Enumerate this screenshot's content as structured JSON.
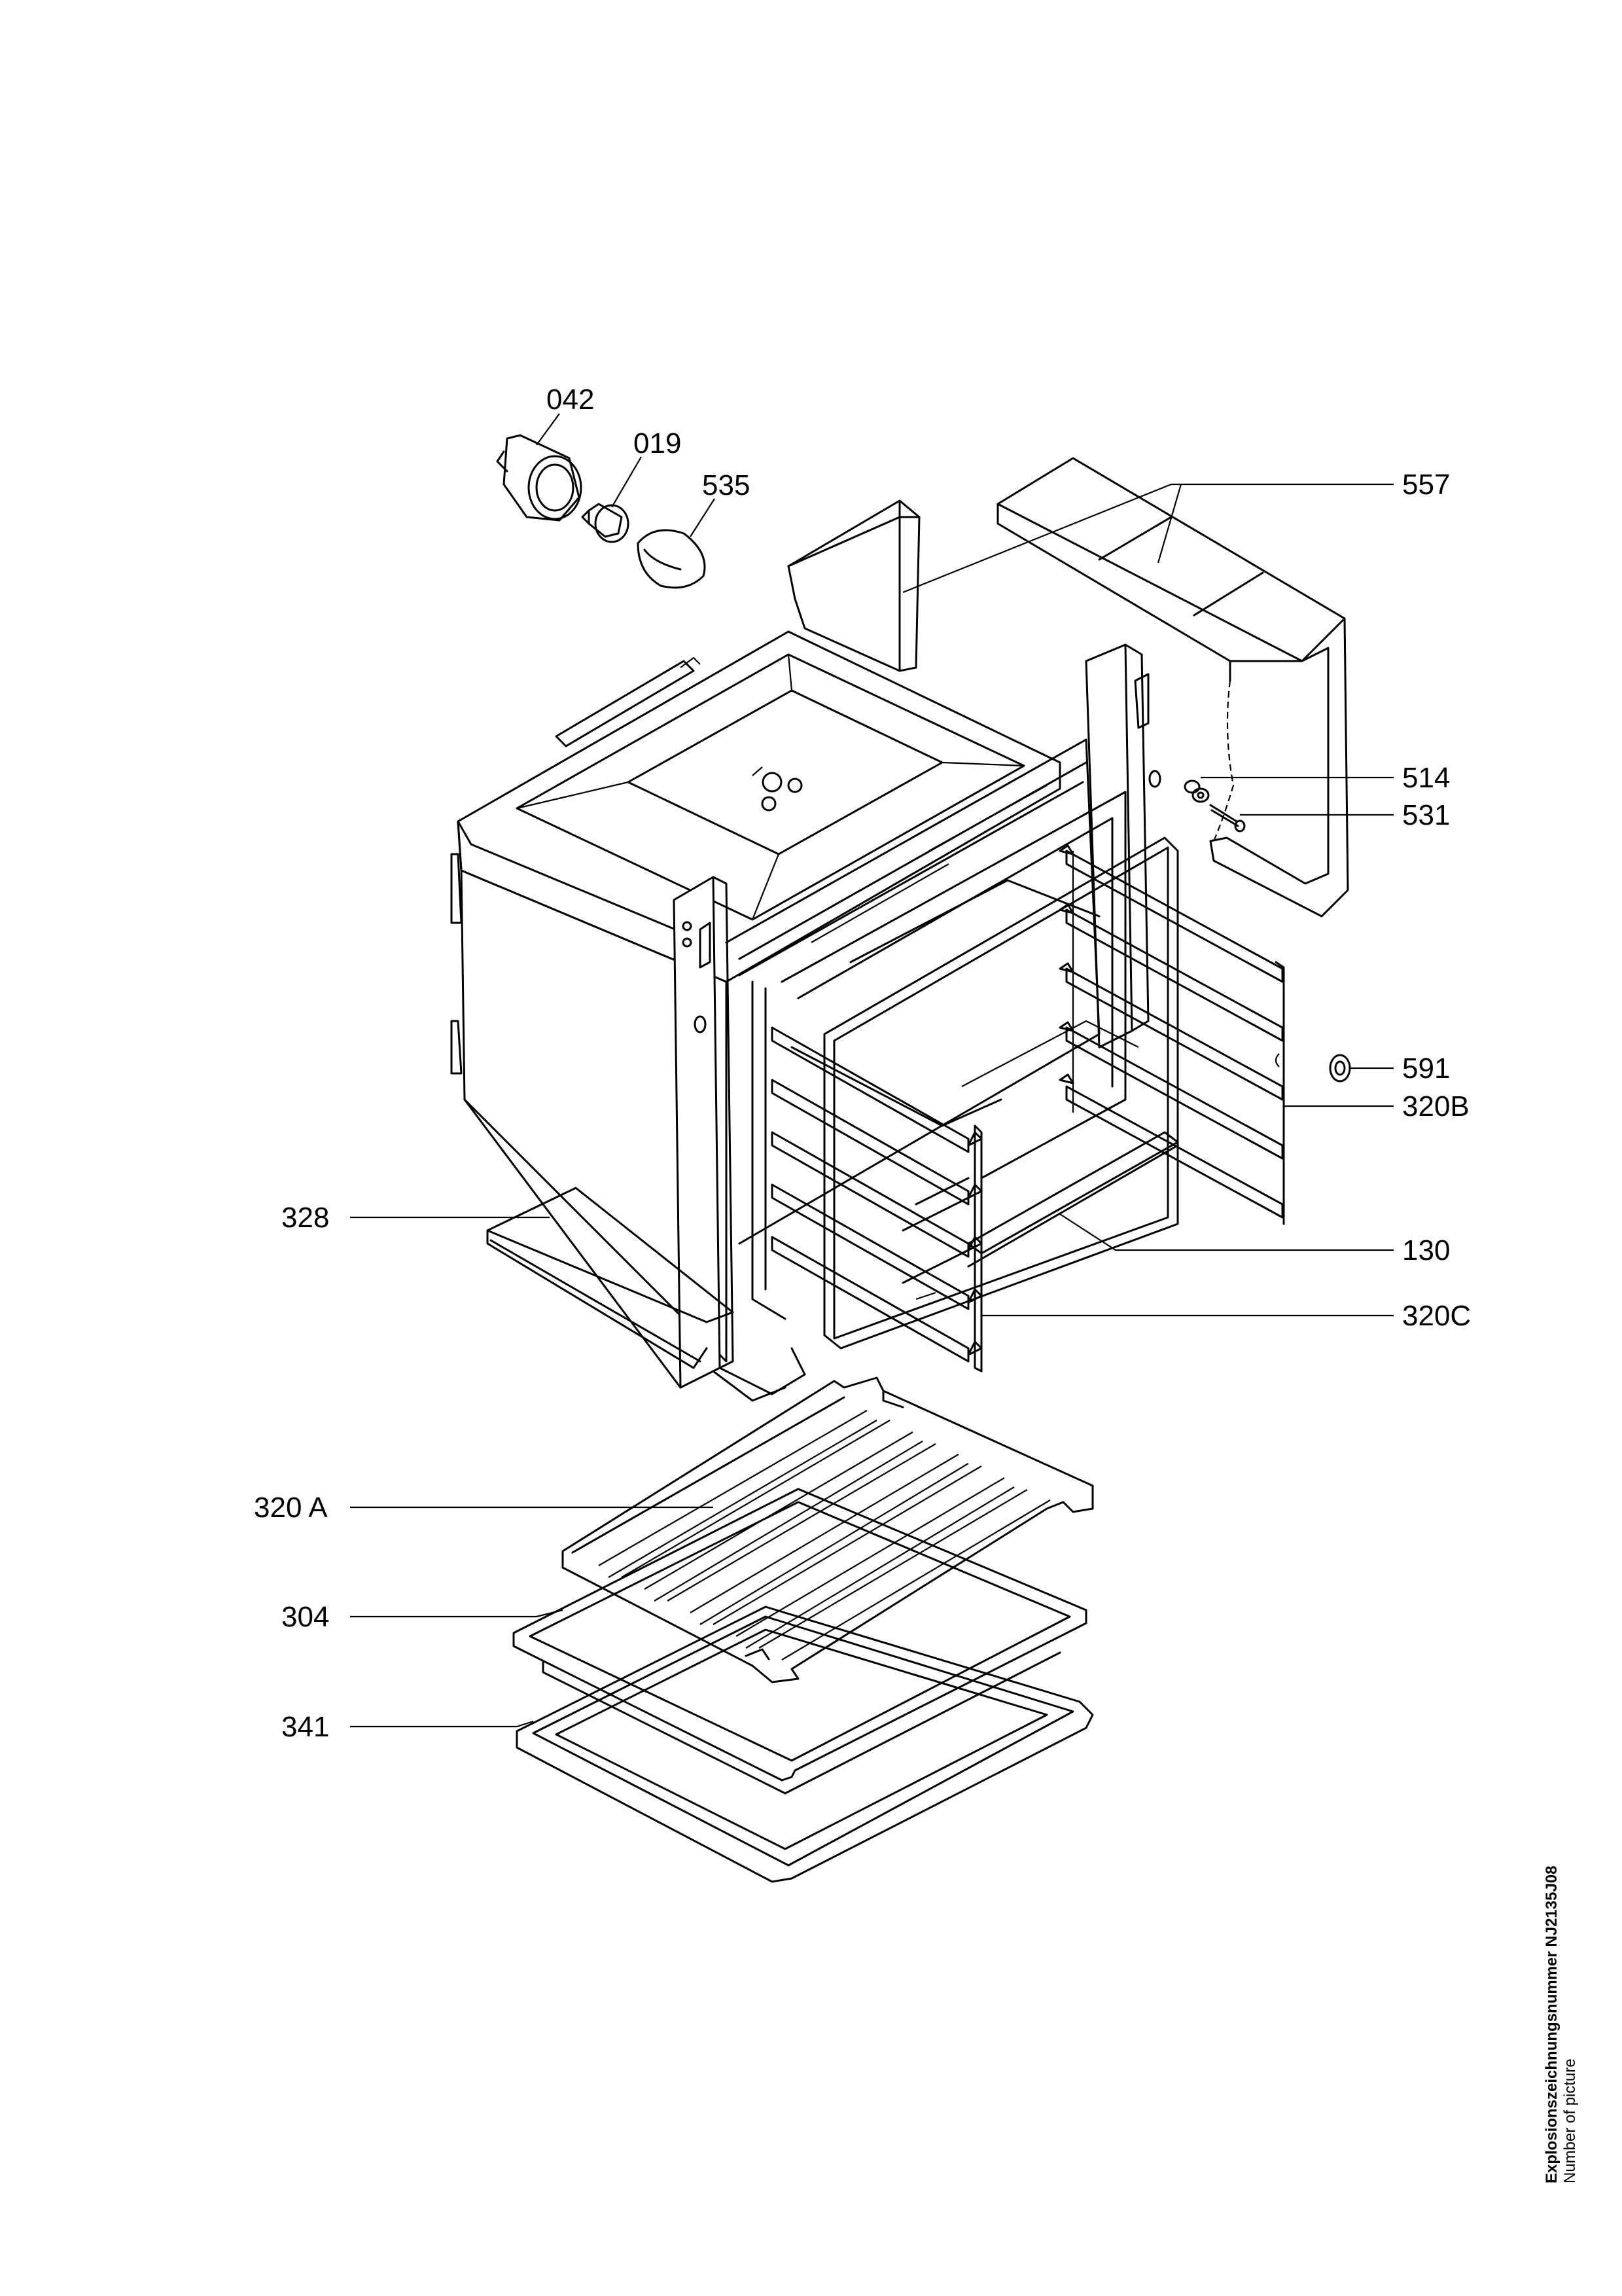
{
  "labels": {
    "l042": "042",
    "l019": "019",
    "l535": "535",
    "l557": "557",
    "l514": "514",
    "l531": "531",
    "l591": "591",
    "l320B": "320B",
    "l328": "328",
    "l130": "130",
    "l320C": "320C",
    "l320A": "320 A",
    "l304": "304",
    "l341": "341"
  },
  "footer": {
    "drawing_number": "Explosionszeichnungsnummer NJ2135J08",
    "caption": "Number of picture"
  }
}
